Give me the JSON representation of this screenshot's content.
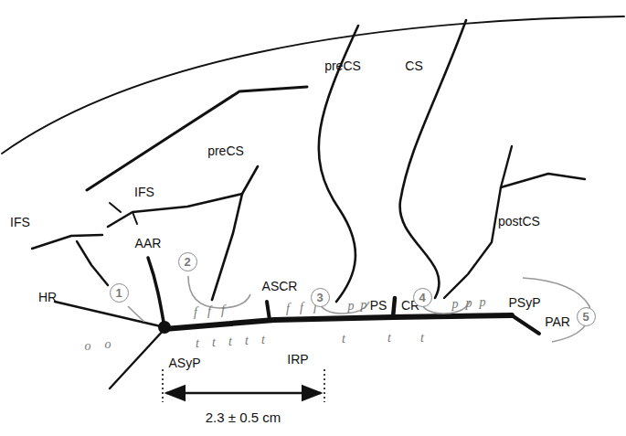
{
  "diagram": {
    "nodes": [
      {
        "text": [
          "1"
        ]
      },
      {
        "text": [
          "2"
        ]
      },
      {
        "text": [
          "3"
        ]
      },
      {
        "text": [
          "4"
        ]
      },
      {
        "text": [
          "5"
        ]
      }
    ],
    "labels": [
      "preCS",
      "CS",
      "preCS",
      "IFS",
      "IFS",
      "AAR",
      "postCS",
      "HR",
      "ASCR",
      "PS",
      "CR",
      "PSyP",
      "PAR",
      "ASyP",
      "IRP",
      "o",
      "o",
      "f",
      "f",
      "f",
      "f",
      "f",
      "f",
      "p",
      "p",
      "p",
      "p",
      "p",
      "t",
      "t",
      "t",
      "t",
      "t",
      "t",
      "t",
      "t",
      "2.3 ± 0.5 cm"
    ]
  }
}
